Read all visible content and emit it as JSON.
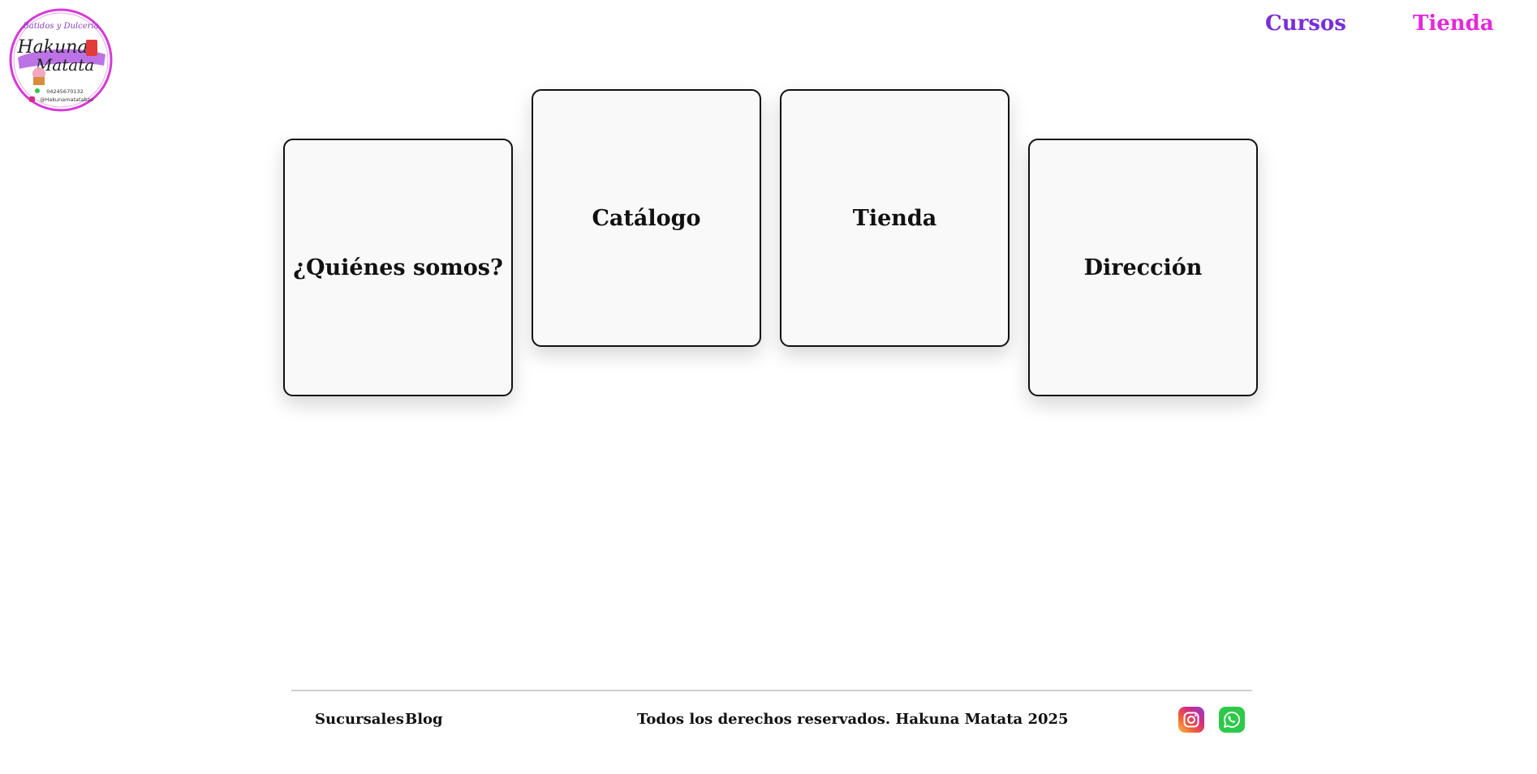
{
  "brand": {
    "logo_title_top": "Batidos y Dulcería",
    "logo_name_line1": "Hakuna",
    "logo_name_line2": "Matata",
    "logo_phone": "04245670132",
    "logo_handle": "@Hakunamatatabzo"
  },
  "nav": {
    "cursos": "Cursos",
    "tienda": "Tienda"
  },
  "cards": [
    {
      "label": "¿Quiénes somos?"
    },
    {
      "label": "Catálogo"
    },
    {
      "label": "Tienda"
    },
    {
      "label": "Dirección"
    }
  ],
  "footer": {
    "sucursales": "Sucursales",
    "blog": "Blog",
    "copyright": "Todos los derechos reservados. Hakuna Matata 2025"
  },
  "colors": {
    "nav_cursos": "#7a2fd6",
    "nav_tienda": "#e22ad8",
    "logo_ring": "#d63ad8",
    "logo_brush": "#b05ae0"
  },
  "icons": {
    "instagram": "instagram-icon",
    "whatsapp": "whatsapp-icon"
  }
}
